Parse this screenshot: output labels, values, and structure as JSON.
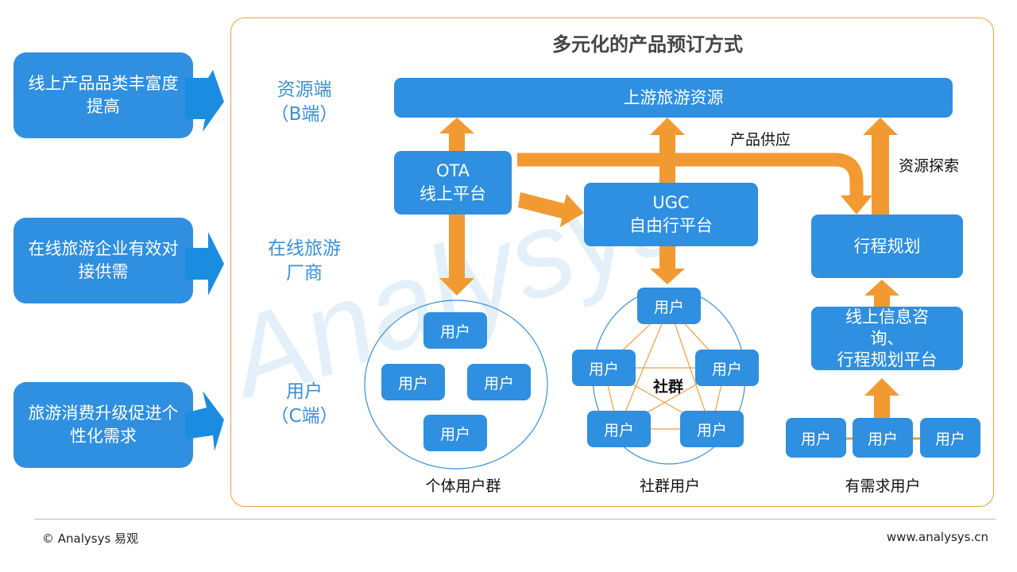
{
  "title": "多元化的产品预订方式",
  "left_drivers": [
    {
      "text": "线上产品品类丰富度提高"
    },
    {
      "text": "在线旅游企业有效对接供需"
    },
    {
      "text": "旅游消费升级促进个性化需求"
    }
  ],
  "side_labels": {
    "resource": [
      "资源端",
      "（B端）"
    ],
    "vendor": [
      "在线旅游",
      "厂商"
    ],
    "user": [
      "用户",
      "（C端）"
    ]
  },
  "nodes": {
    "upstream": "上游旅游资源",
    "ota": [
      "OTA",
      "线上平台"
    ],
    "ugc": [
      "UGC",
      "自由行平台"
    ],
    "itinerary": "行程规划",
    "info_platform": [
      "线上信息咨",
      "询、",
      "行程规划平台"
    ]
  },
  "flow_labels": {
    "supply": "产品供应",
    "explore": "资源探索"
  },
  "user_label": "用户",
  "community_label": "社群",
  "groups": {
    "individual": "个体用户群",
    "community": "社群用户",
    "demand": "有需求用户"
  },
  "footer": {
    "copyright": "© Analysys 易观",
    "url": "www.analysys.cn"
  },
  "colors": {
    "box_blue": "#2f8fe0",
    "arrow_orange": "#f29a32",
    "label_blue": "#3a8fd8",
    "frame_orange": "#f0a040"
  }
}
